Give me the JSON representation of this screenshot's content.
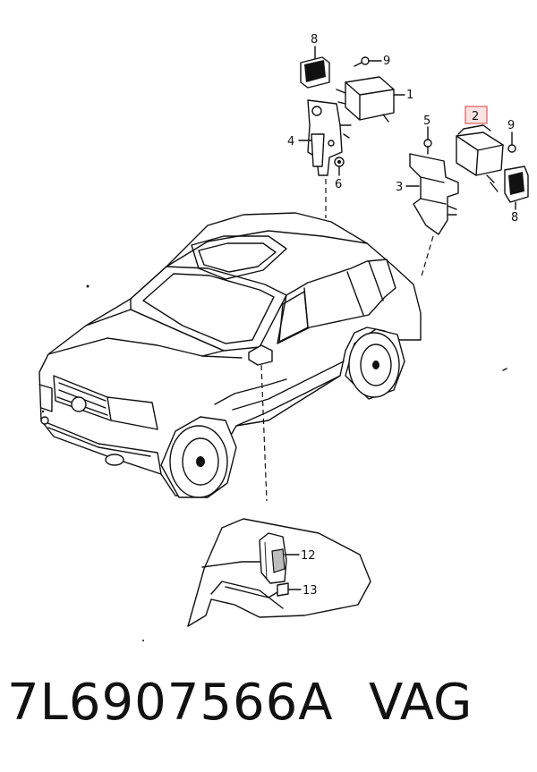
{
  "callouts": {
    "c1": "1",
    "c2": "2",
    "c3": "3",
    "c4": "4",
    "c5": "5",
    "c6": "6",
    "c8a": "8",
    "c8b": "8",
    "c9a": "9",
    "c9b": "9",
    "c12": "12",
    "c13": "13"
  },
  "footer": {
    "part_number": "7L6907566A",
    "brand": "VAG"
  },
  "colors": {
    "highlight_box": "#e05a5a"
  }
}
